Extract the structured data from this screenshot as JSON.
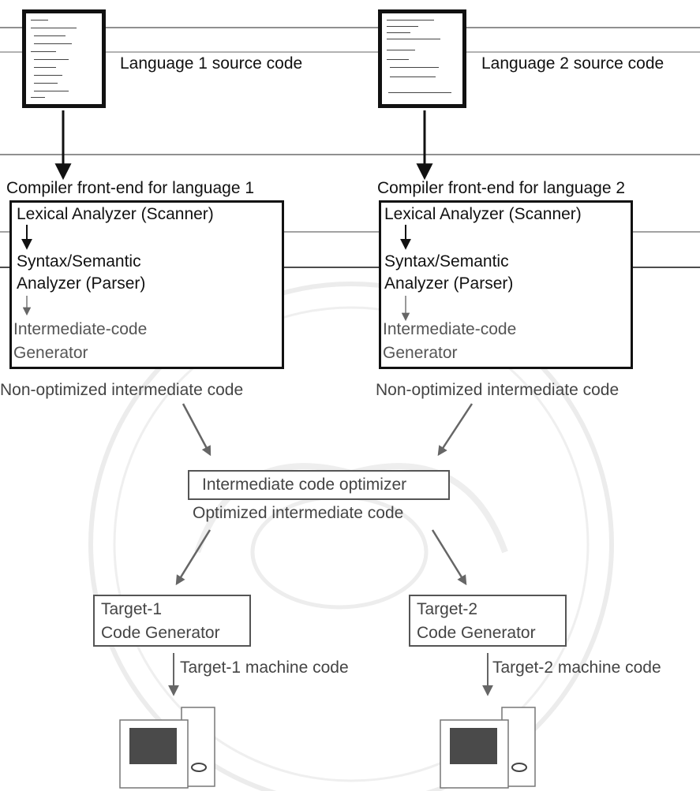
{
  "source": {
    "lang1": "Language 1 source code",
    "lang2": "Language 2 source code"
  },
  "frontends": {
    "fe1_title": "Compiler front-end for language 1",
    "fe2_title": "Compiler front-end for language 2",
    "lexical": "Lexical Analyzer (Scanner)",
    "syntax_line1": "Syntax/Semantic",
    "syntax_line2": "Analyzer (Parser)",
    "icg_line1": "Intermediate-code",
    "icg_line2": "Generator",
    "nonopt": "Non-optimized intermediate code"
  },
  "optimizer": {
    "label": "Intermediate code optimizer",
    "output": "Optimized intermediate code"
  },
  "targets": {
    "t1_line1": "Target-1",
    "t1_line2": "Code Generator",
    "t1_output": "Target-1 machine code",
    "t2_line1": "Target-2",
    "t2_line2": "Code Generator",
    "t2_output": "Target-2 machine code"
  },
  "colors": {
    "ink": "#111111",
    "arrow_gray": "#666666",
    "watermark": "#e8e8e8"
  }
}
